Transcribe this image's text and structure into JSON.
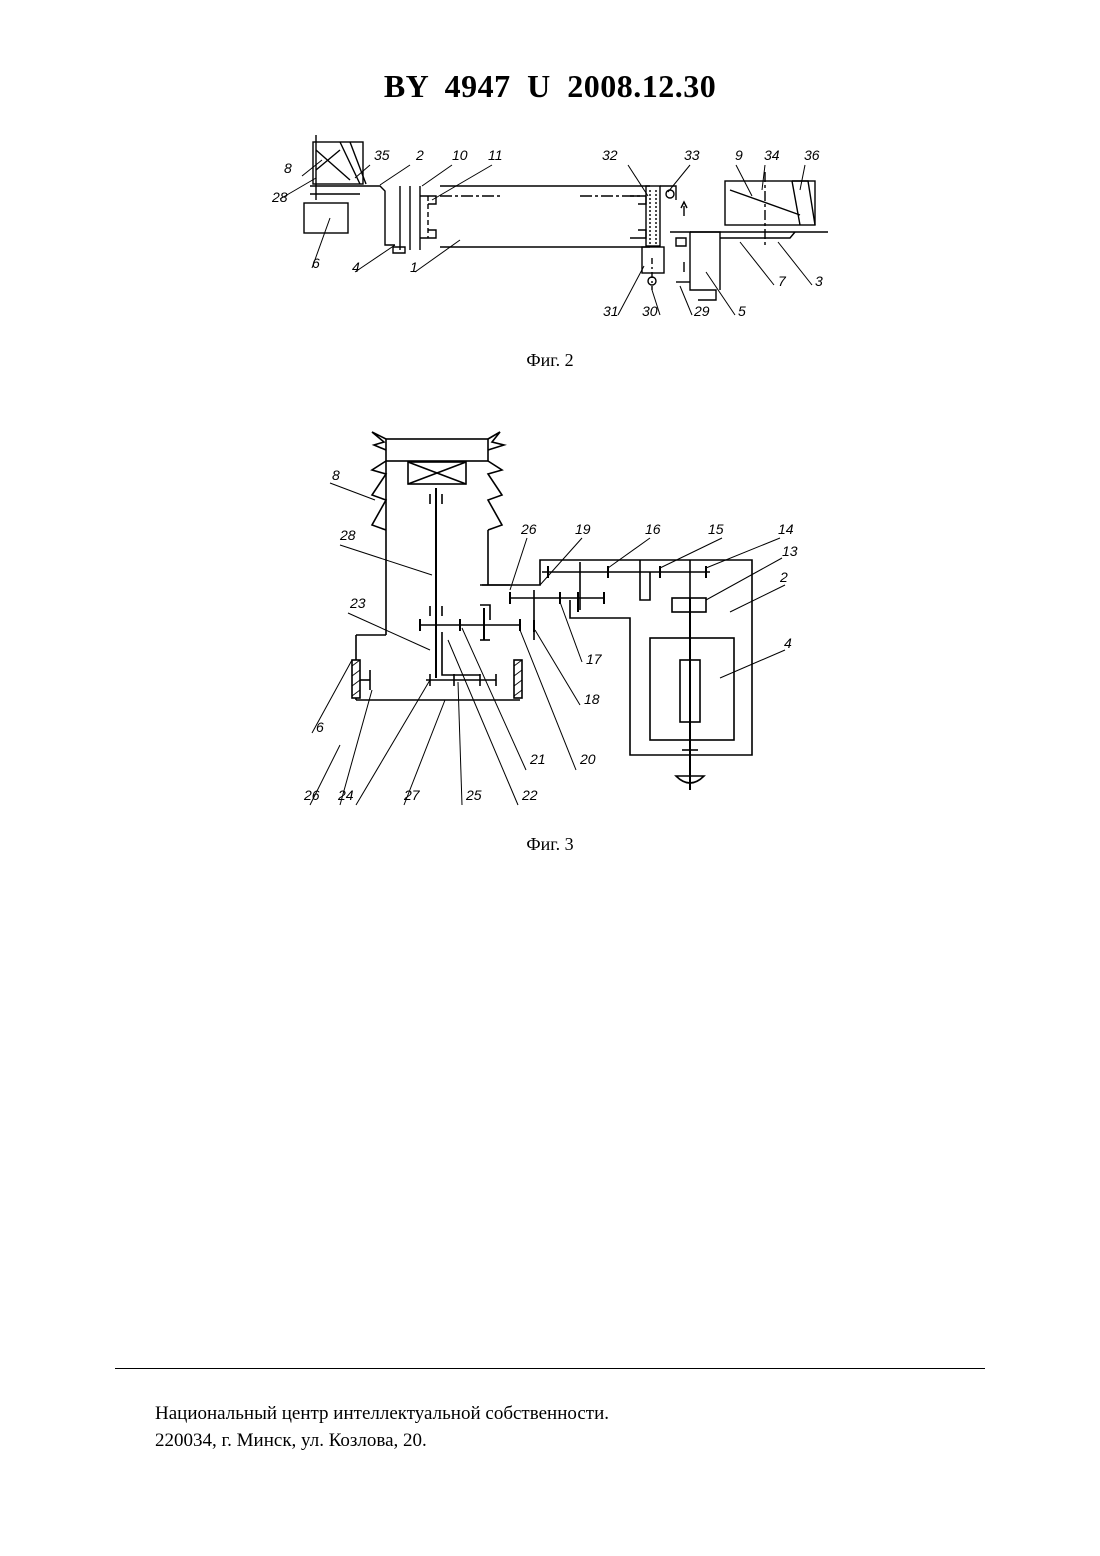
{
  "header": {
    "document_id": "BY  4947  U  2008.12.30"
  },
  "figures": [
    {
      "caption": "Фиг. 2",
      "labels": [
        "8",
        "28",
        "6",
        "35",
        "2",
        "10",
        "11",
        "4",
        "1",
        "32",
        "33",
        "9",
        "34",
        "36",
        "7",
        "3",
        "5",
        "29",
        "30",
        "31"
      ]
    },
    {
      "caption": "Фиг. 3",
      "labels": [
        "8",
        "28",
        "23",
        "6",
        "26",
        "24",
        "27",
        "25",
        "22",
        "21",
        "20",
        "18",
        "17",
        "26",
        "19",
        "16",
        "15",
        "14",
        "13",
        "2",
        "4"
      ]
    }
  ],
  "footer": {
    "line1": "Национальный центр интеллектуальной собственности.",
    "line2": "220034, г. Минск, ул. Козлова, 20."
  }
}
